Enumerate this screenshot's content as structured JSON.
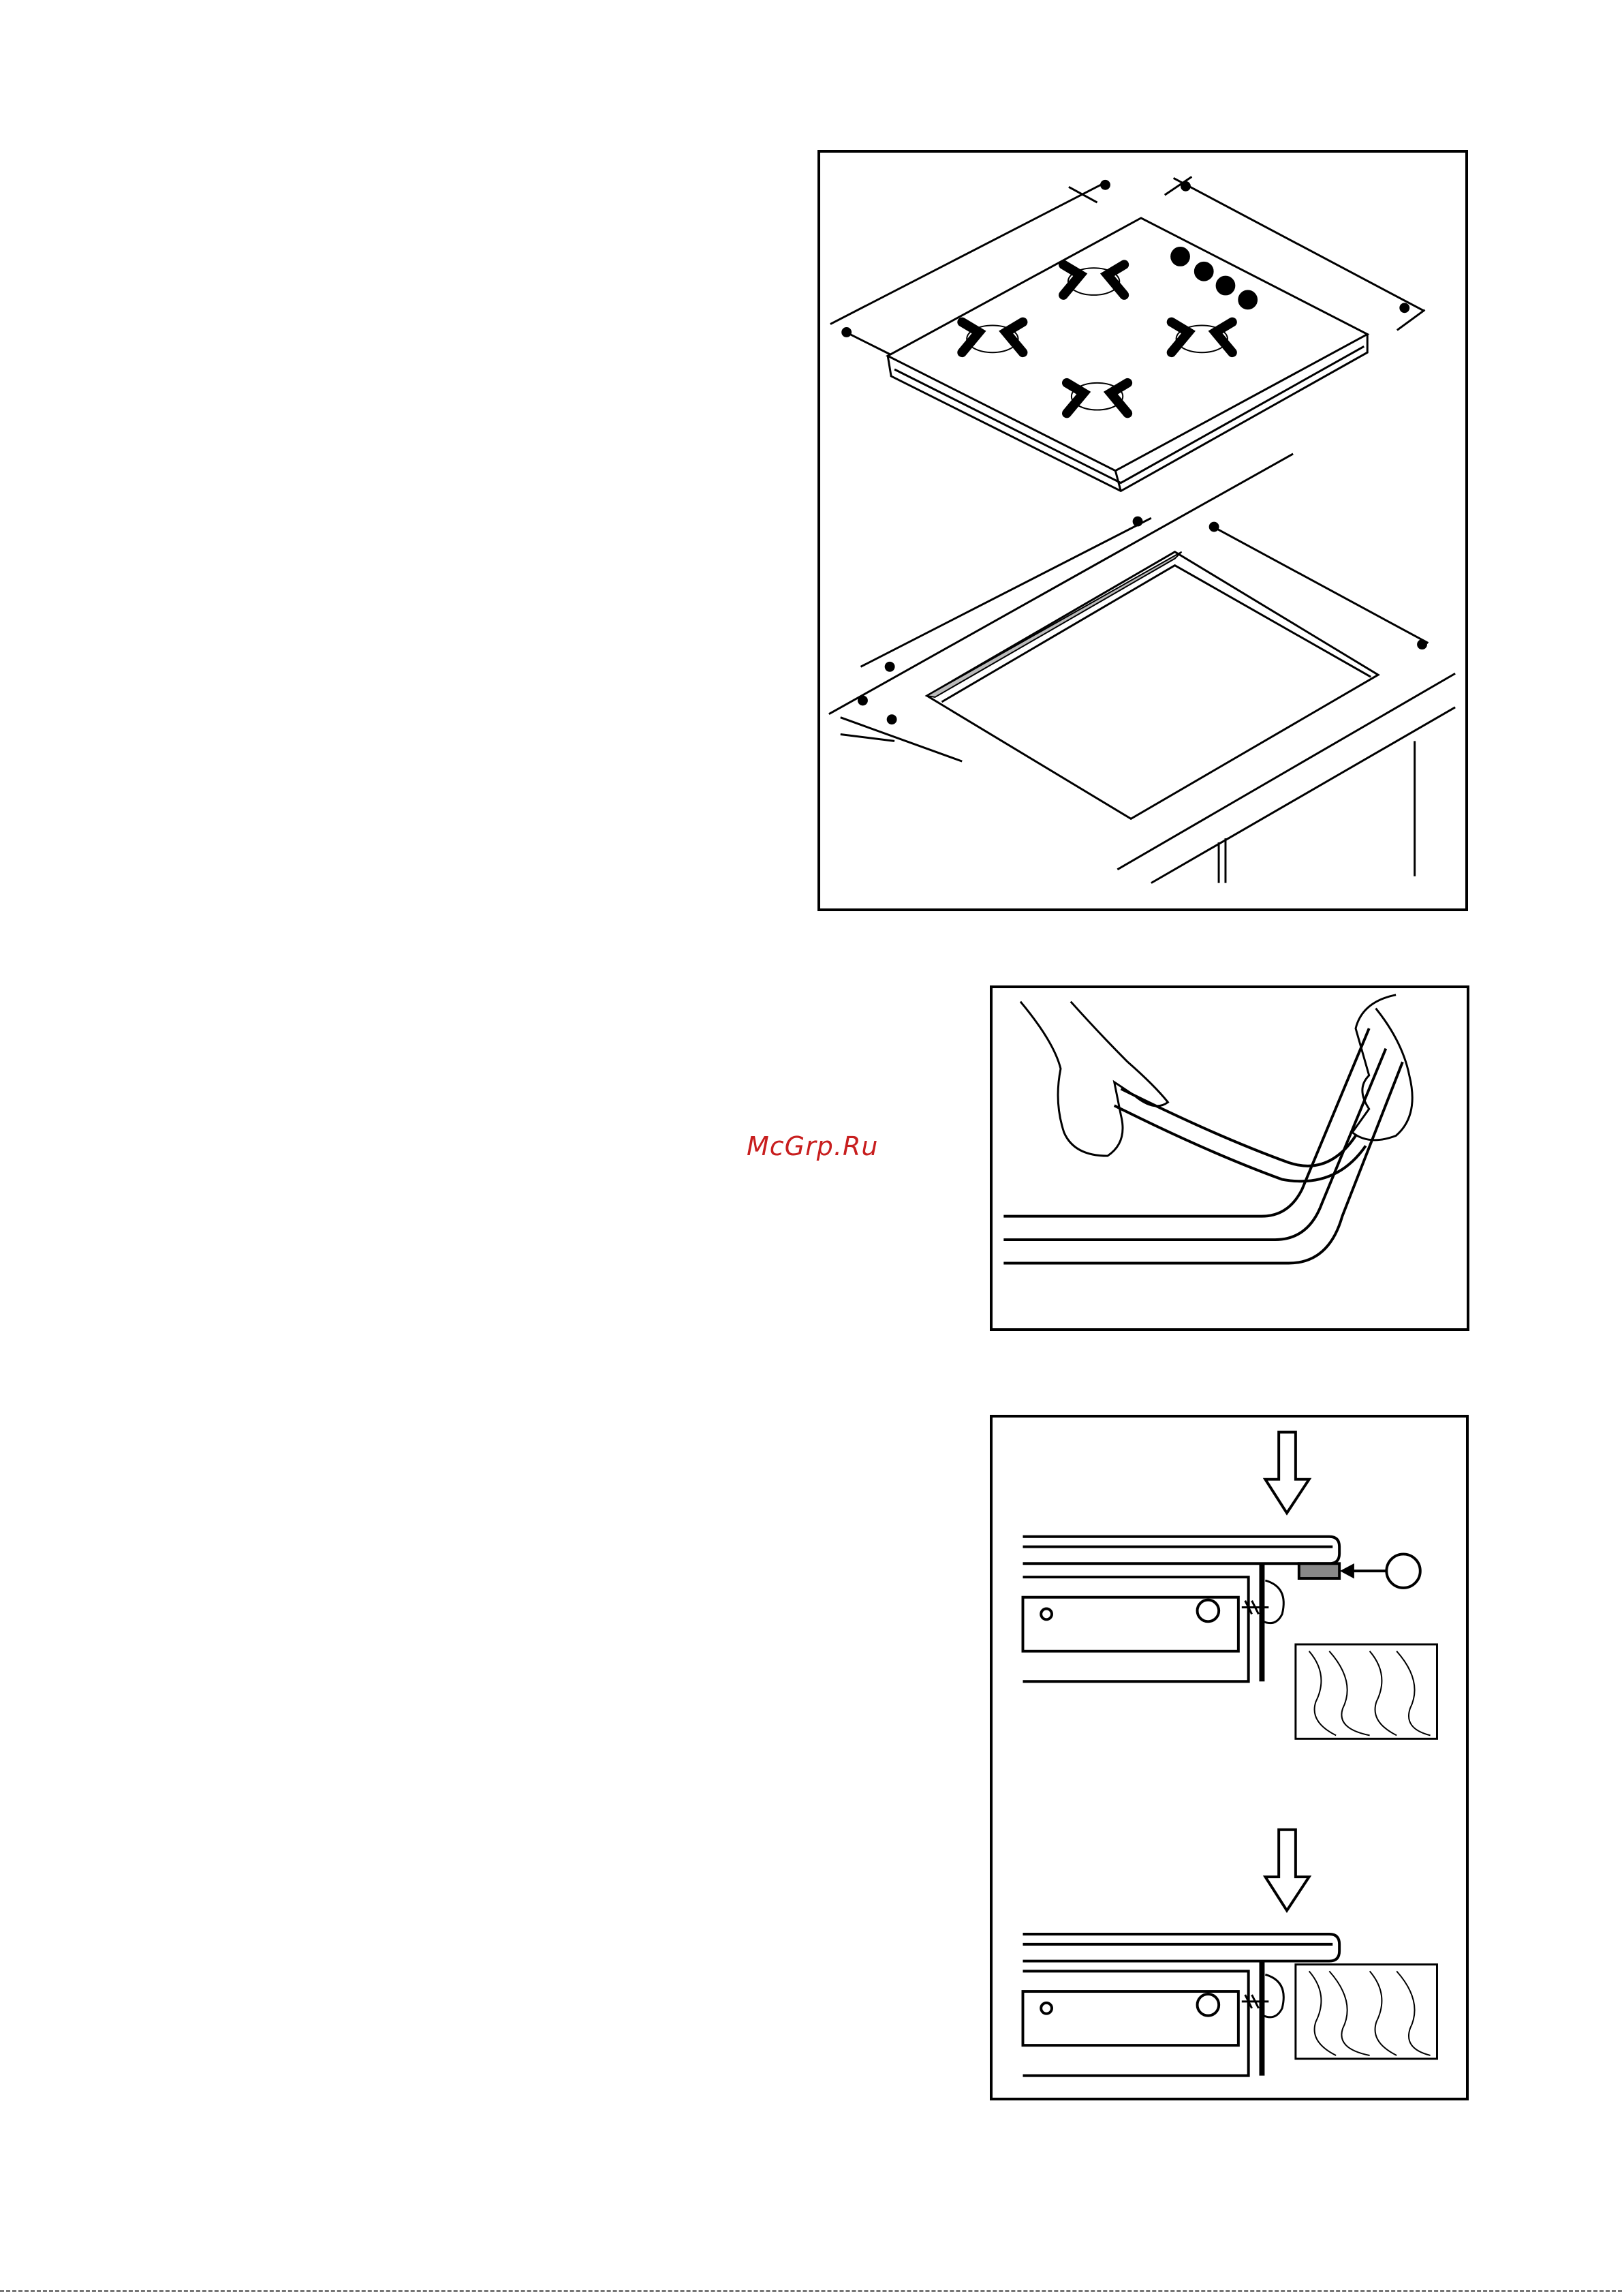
{
  "watermark": {
    "text": "McGrp.Ru",
    "color": "#c81e1e"
  },
  "figures": [
    {
      "id": "hob-installation",
      "icons": [
        "hob-icon",
        "burner-grid-icon",
        "control-knob-icon",
        "worktop-cutout-icon",
        "dimension-marker-icon"
      ]
    },
    {
      "id": "seal-application",
      "icons": [
        "hand-icon",
        "seal-strip-icon"
      ]
    },
    {
      "id": "fixing-bracket",
      "icons": [
        "down-arrow-icon",
        "bracket-icon",
        "screw-icon",
        "seal-callout-icon",
        "wood-worktop-icon"
      ]
    }
  ]
}
